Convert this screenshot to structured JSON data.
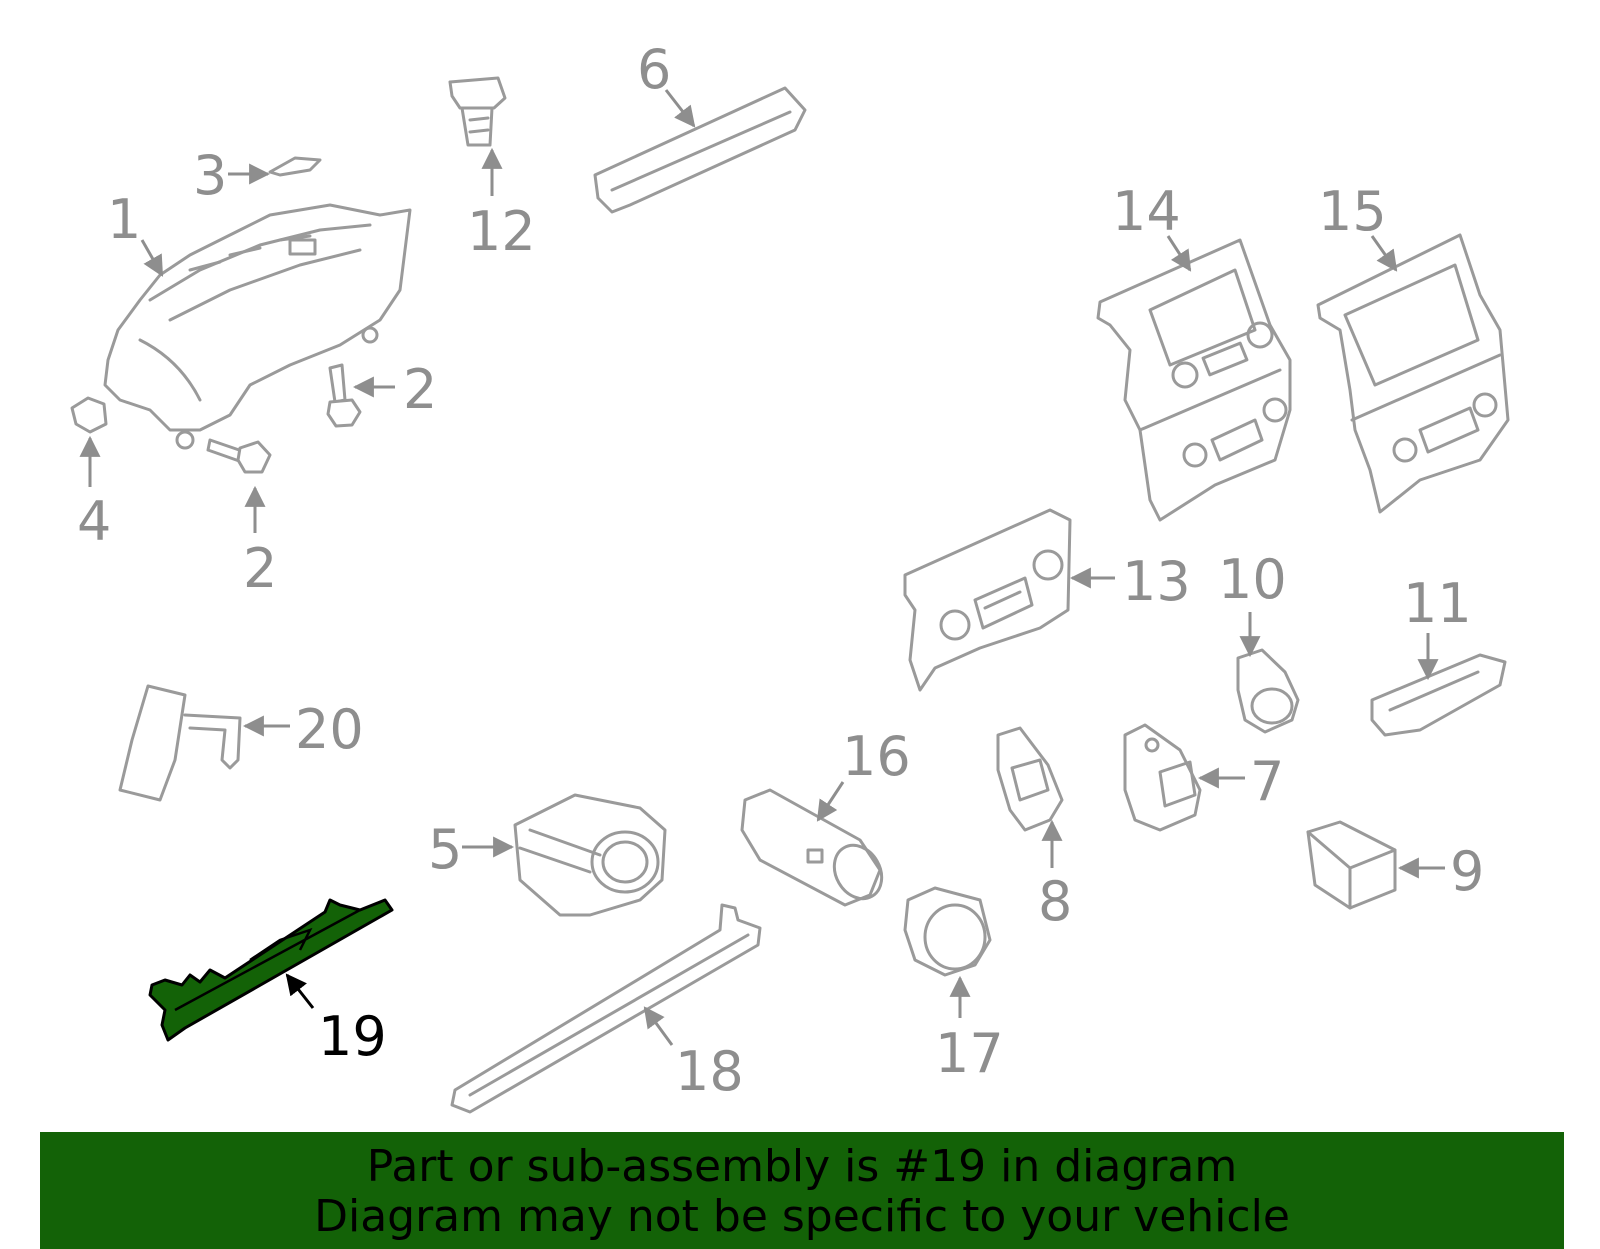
{
  "diagram": {
    "highlight_color": "#136207",
    "callouts": [
      {
        "id": "1",
        "label": "1"
      },
      {
        "id": "2a",
        "label": "2"
      },
      {
        "id": "2b",
        "label": "2"
      },
      {
        "id": "3",
        "label": "3"
      },
      {
        "id": "4",
        "label": "4"
      },
      {
        "id": "5",
        "label": "5"
      },
      {
        "id": "6",
        "label": "6"
      },
      {
        "id": "7",
        "label": "7"
      },
      {
        "id": "8",
        "label": "8"
      },
      {
        "id": "9",
        "label": "9"
      },
      {
        "id": "10",
        "label": "10"
      },
      {
        "id": "11",
        "label": "11"
      },
      {
        "id": "12",
        "label": "12"
      },
      {
        "id": "13",
        "label": "13"
      },
      {
        "id": "14",
        "label": "14"
      },
      {
        "id": "15",
        "label": "15"
      },
      {
        "id": "16",
        "label": "16"
      },
      {
        "id": "17",
        "label": "17"
      },
      {
        "id": "18",
        "label": "18"
      },
      {
        "id": "19",
        "label": "19",
        "highlighted": true
      },
      {
        "id": "20",
        "label": "20"
      }
    ]
  },
  "banner": {
    "line1": "Part or sub-assembly is #19 in diagram",
    "line2": "Diagram may not be specific to your vehicle"
  }
}
